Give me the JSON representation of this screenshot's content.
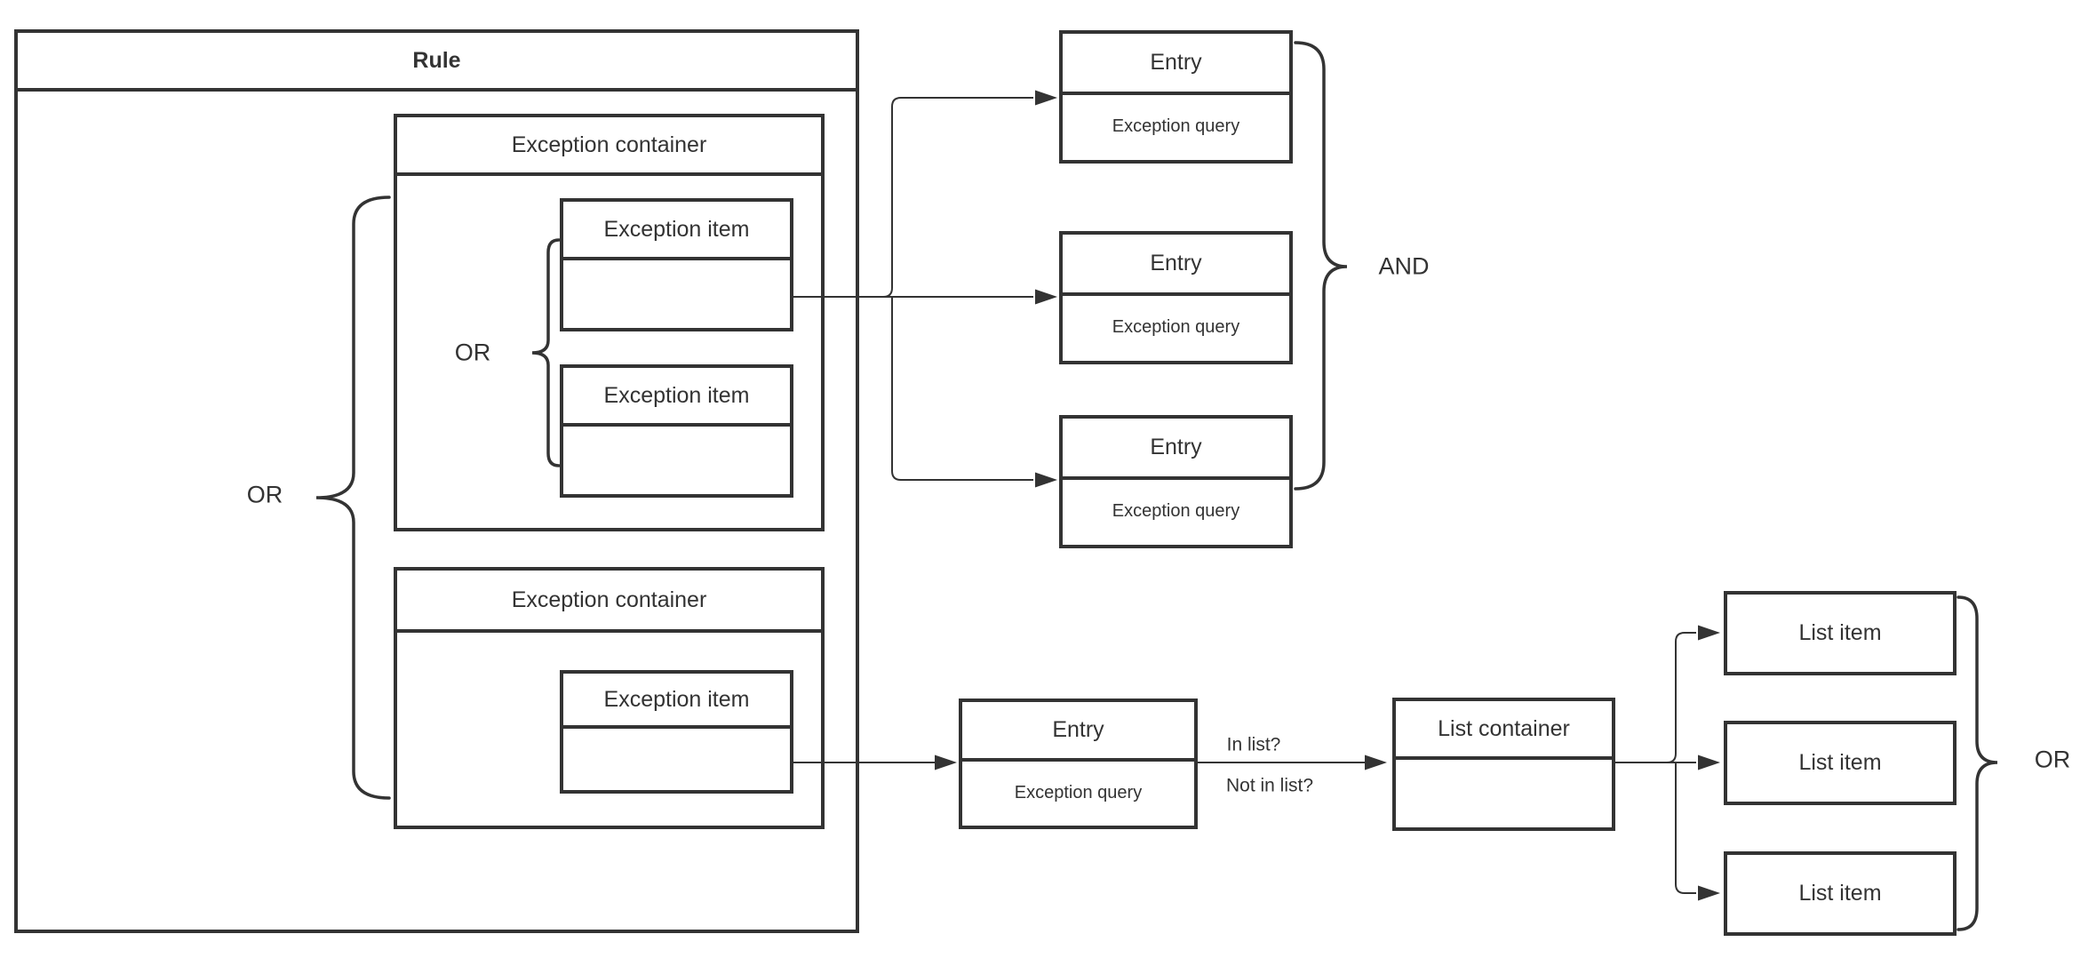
{
  "rule": {
    "title": "Rule"
  },
  "exception_containers": [
    {
      "title": "Exception container",
      "items": [
        {
          "label": "Exception item"
        },
        {
          "label": "Exception item"
        }
      ]
    },
    {
      "title": "Exception container",
      "items": [
        {
          "label": "Exception item"
        }
      ]
    }
  ],
  "entries": [
    {
      "title": "Entry",
      "query": "Exception query"
    },
    {
      "title": "Entry",
      "query": "Exception query"
    },
    {
      "title": "Entry",
      "query": "Exception query"
    },
    {
      "title": "Entry",
      "query": "Exception query"
    }
  ],
  "list_container": {
    "title": "List container"
  },
  "list_items": [
    {
      "label": "List item"
    },
    {
      "label": "List item"
    },
    {
      "label": "List item"
    }
  ],
  "operators": {
    "outer_or": "OR",
    "inner_or": "OR",
    "and": "AND",
    "list_or": "OR"
  },
  "edge_labels": {
    "in_list": "In list?",
    "not_in_list": "Not in list?"
  },
  "colors": {
    "stroke": "#333333",
    "background": "#ffffff"
  }
}
